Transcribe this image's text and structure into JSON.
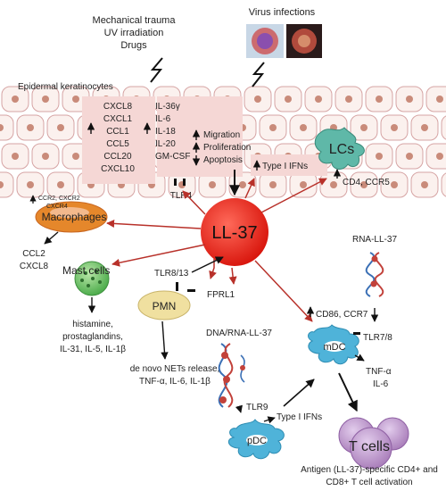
{
  "triggers": {
    "mechanical": "Mechanical trauma",
    "uv": "UV irradiation",
    "drugs": "Drugs",
    "virus": "Virus infections"
  },
  "keratinocytes": {
    "label": "Epidermal keratinocytes",
    "chemokines": [
      "CXCL8",
      "CXCL1",
      "CCL1",
      "CCL5",
      "CCL20",
      "CXCL10"
    ],
    "cytokines": [
      "IL-36γ",
      "IL-6",
      "IL-18",
      "IL-20",
      "GM-CSF"
    ],
    "effects": [
      "Migration",
      "Proliferation",
      "Apoptosis"
    ]
  },
  "type1_ifn_box": "Type I IFNs",
  "lcs": {
    "label": "LCs",
    "markers": "CD4, CCR5"
  },
  "receptors": {
    "tlr4": "TLR4",
    "tlr813": "TLR8/13",
    "fprl1": "FPRL1",
    "tlr78": "TLR7/8",
    "tlr9": "TLR9"
  },
  "center": "LL-37",
  "macrophages": {
    "label": "Macrophages",
    "receptor_top": "CCR2, CXCR2",
    "receptor_bottom": "CXCR4",
    "outputs": [
      "CCL2",
      "CXCL8"
    ]
  },
  "mast": {
    "label": "Mast cells",
    "outputs": [
      "histamine,",
      "prostaglandins,",
      "IL-31, IL-5, IL-1β"
    ]
  },
  "pmn": {
    "label": "PMN",
    "outputs": [
      "de novo NETs release,",
      "TNF-α, IL-6, IL-1β"
    ]
  },
  "rna_ll37": "RNA-LL-37",
  "dna_rna_ll37": "DNA/RNA-LL-37",
  "mdc": {
    "label": "mDC",
    "markers": "CD86, CCR7",
    "outputs": [
      "TNF-α",
      "IL-6"
    ]
  },
  "pdc": {
    "label": "pDC",
    "output": "Type I IFNs"
  },
  "tcells": {
    "label": "T cells",
    "outputs": [
      "Antigen (LL-37)-specific CD4+ and",
      "CD8+ T cell activation"
    ]
  },
  "colors": {
    "ll37": "#e8241c",
    "box": "#f5d7d5",
    "cell_border": "#d6a4a4",
    "nucleus": "#c98b7a",
    "arrow_red": "#b8312a",
    "lcs": "#5fb8a8",
    "dc": "#4fb3d9",
    "macro": "#e5872b",
    "mast": "#5cb85c",
    "pmn": "#f0e0a0",
    "tcell": "#b58bc4"
  }
}
